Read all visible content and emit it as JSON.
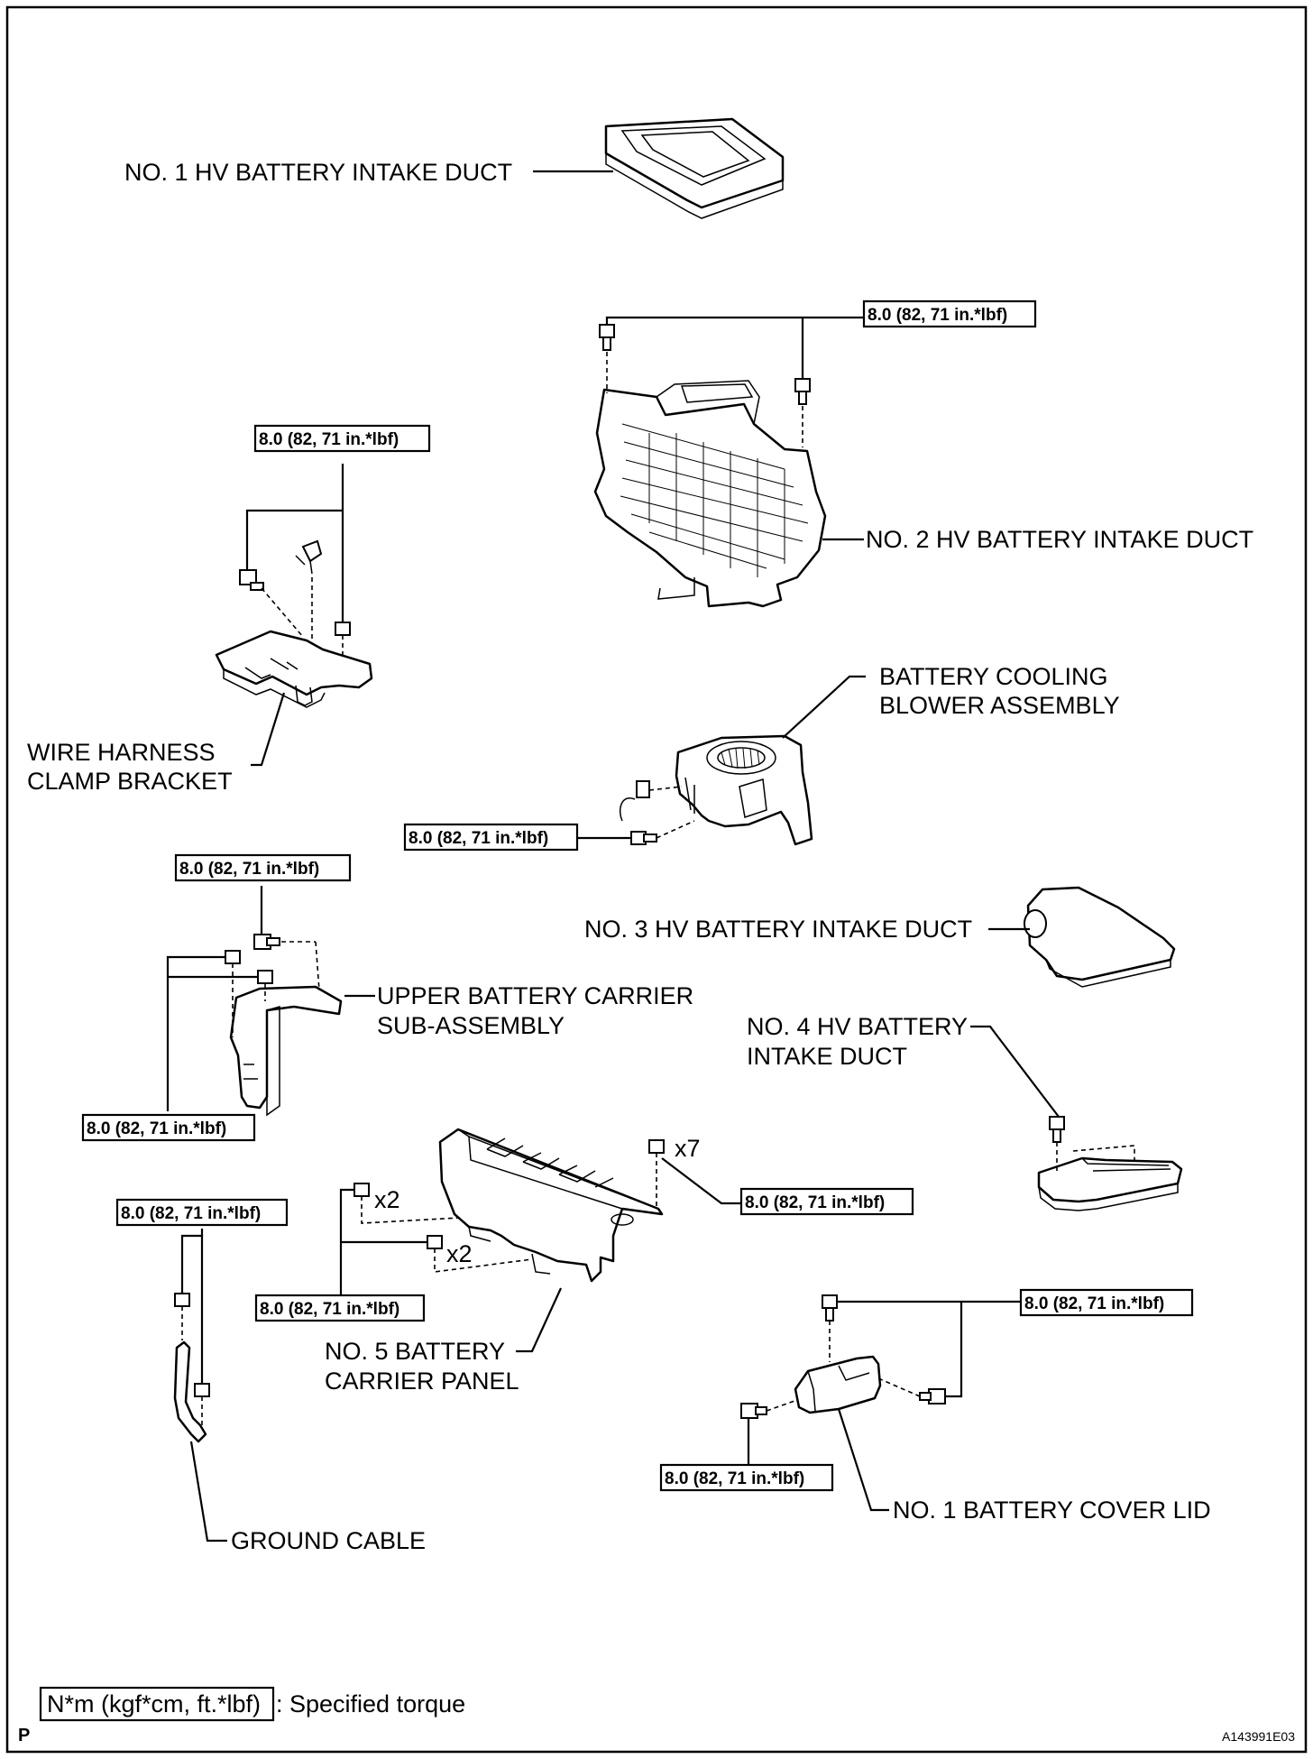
{
  "labels": {
    "intake_duct_1": "NO. 1 HV BATTERY INTAKE DUCT",
    "intake_duct_2": "NO. 2 HV BATTERY INTAKE DUCT",
    "blower_line1": "BATTERY COOLING",
    "blower_line2": "BLOWER ASSEMBLY",
    "harness_line1": "WIRE HARNESS",
    "harness_line2": "CLAMP BRACKET",
    "intake_duct_3": "NO. 3 HV BATTERY INTAKE DUCT",
    "carrier_line1": "UPPER BATTERY CARRIER",
    "carrier_line2": "SUB-ASSEMBLY",
    "duct4_line1": "NO. 4 HV BATTERY",
    "duct4_line2": "INTAKE DUCT",
    "panel_line1": "NO. 5 BATTERY",
    "panel_line2": "CARRIER PANEL",
    "ground_cable": "GROUND CABLE",
    "cover_lid": "NO. 1 BATTERY COVER LID"
  },
  "torque": {
    "spec": "8.0 (82, 71 in.*lbf)"
  },
  "quantities": {
    "x7": "x7",
    "x2": "x2"
  },
  "legend": {
    "box_text": "N*m (kgf*cm, ft.*lbf)",
    "description": ": Specified torque"
  },
  "footer": {
    "corner_mark": "P",
    "figure_code": "A143991E03"
  }
}
